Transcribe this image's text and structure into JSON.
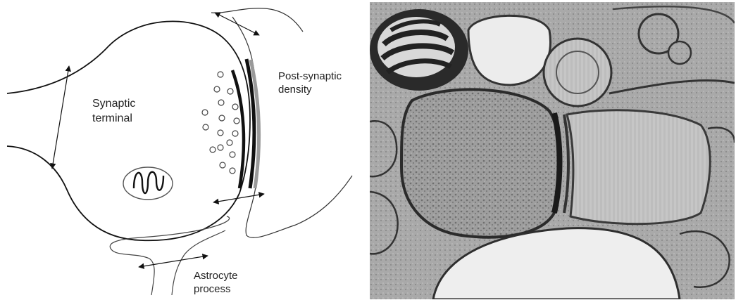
{
  "figure": {
    "labels": {
      "synaptic_terminal": [
        "Synaptic",
        "terminal"
      ],
      "post_synaptic_density": [
        "Post-synaptic",
        "density"
      ],
      "astrocyte_process": [
        "Astrocyte",
        "process"
      ]
    },
    "colors": {
      "ink": "#111111",
      "background": "#ffffff",
      "density_gray": "#9a9a9a",
      "micrograph_base": "#b9b9b9"
    },
    "micrograph": {
      "description_icon": "electron-micrograph-image"
    }
  }
}
